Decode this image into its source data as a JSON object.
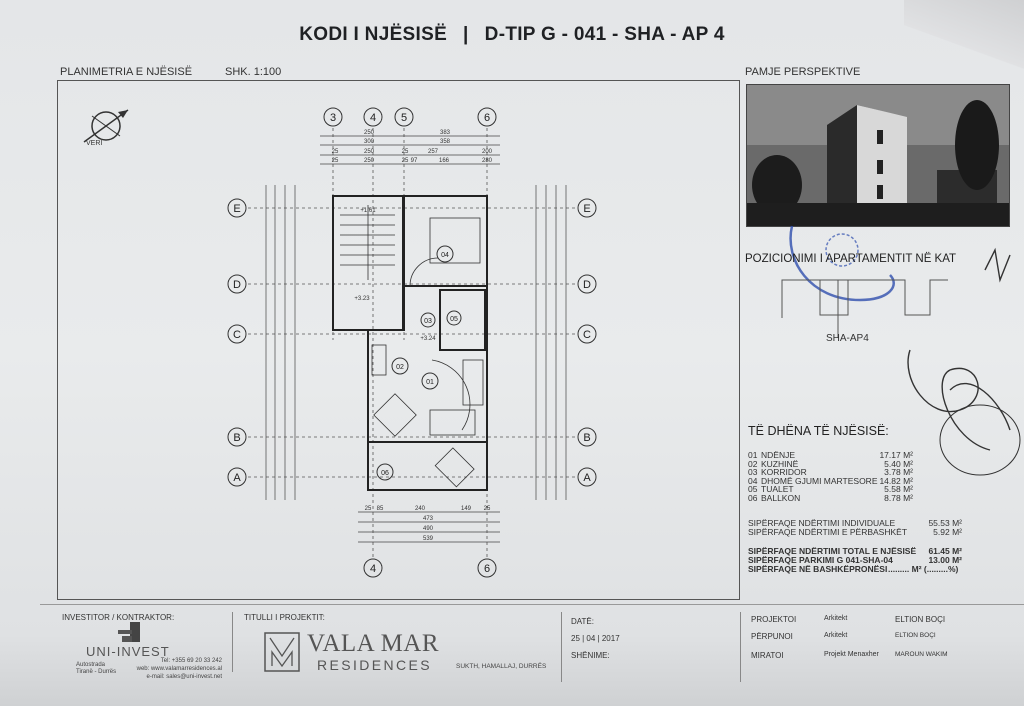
{
  "header": {
    "code_label": "KODI I NJËSISË",
    "separator": "|",
    "code_value": "D-TIP G - 041 - SHA - AP 4"
  },
  "plan": {
    "title": "PLANIMETRIA E NJËSISË",
    "scale": "SHK. 1:100",
    "north_label": "VERI",
    "axes_columns": [
      "3",
      "4",
      "5",
      "6"
    ],
    "axes_rows": [
      "E",
      "D",
      "C",
      "B",
      "A"
    ],
    "top_dims": [
      "250",
      "383",
      "300",
      "358",
      "25",
      "250",
      "25",
      "257",
      "200",
      "25",
      "250",
      "25",
      "97",
      "166",
      "280"
    ],
    "bottom_dims": [
      "25",
      "85",
      "240",
      "149",
      "25",
      "473",
      "490",
      "539"
    ],
    "levels": [
      "+1.61",
      "+3.23",
      "+3.24"
    ],
    "rooms": [
      "01",
      "02",
      "03",
      "04",
      "05",
      "06"
    ]
  },
  "perspective": {
    "title": "PAMJE PERSPEKTIVE"
  },
  "position": {
    "title": "POZICIONIMI I APARTAMENTIT NË KAT",
    "unit_label": "SHA-AP4"
  },
  "unit_data": {
    "title": "TË DHËNA TË NJËSISË:",
    "rooms": [
      {
        "num": "01",
        "name": "NDËNJE",
        "area": "17.17 M²"
      },
      {
        "num": "02",
        "name": "KUZHINË",
        "area": "5.40 M²"
      },
      {
        "num": "03",
        "name": "KORRIDOR",
        "area": "3.78 M²"
      },
      {
        "num": "04",
        "name": "DHOMË GJUMI MARTESORE",
        "area": "14.82 M²"
      },
      {
        "num": "05",
        "name": "TUALET",
        "area": "5.58 M²"
      },
      {
        "num": "06",
        "name": "BALLKON",
        "area": "8.78 M²"
      }
    ],
    "individual_label": "SIPËRFAQE NDËRTIMI INDIVIDUALE",
    "individual_value": "55.53 M²",
    "shared_label": "SIPËRFAQE NDËRTIMI E PËRBASHKËT",
    "shared_value": "5.92 M²",
    "total_label": "SIPËRFAQE NDËRTIMI TOTAL E NJËSISË",
    "total_value": "61.45 M²",
    "parking_label": "SIPËRFAQE PARKIMI G 041-SHA-04",
    "parking_value": "13.00 M²",
    "coown_label": "SIPËRFAQE NË BASHKËPRONËSI",
    "coown_value": "......... M²  (.........%)"
  },
  "footer": {
    "investor_label": "INVESTITOR / KONTRAKTOR:",
    "investor_logo": "UNI-INVEST",
    "address": [
      "Autostrada",
      "Tiranë - Durrës"
    ],
    "tel": "Tel: +355 69 20 33 242",
    "web": "web: www.valamarresidences.al",
    "email": "e-mail: sales@uni-invest.net",
    "project_label": "TITULLI I PROJEKTIT:",
    "project_logo_main": "VALA MAR",
    "project_logo_sub": "RESIDENCES",
    "project_location": "SUKTH, HAMALLAJ, DURRËS",
    "date_label": "DATË:",
    "date_value": "25 | 04 | 2017",
    "notes_label": "SHËNIME:",
    "signoff": [
      {
        "role": "PROJEKTOI",
        "title": "Arkitekt",
        "name": "ELTION BOÇI"
      },
      {
        "role": "PËRPUNOI",
        "title": "Arkitekt",
        "name": "ELTION BOÇI"
      },
      {
        "role": "MIRATOI",
        "title": "Projekt Menaxher",
        "name": "MAROUN WAKIM"
      }
    ]
  },
  "colors": {
    "paper": "#e6e8ea",
    "ink": "#2a2c30",
    "stamp": "#2f4fae"
  }
}
